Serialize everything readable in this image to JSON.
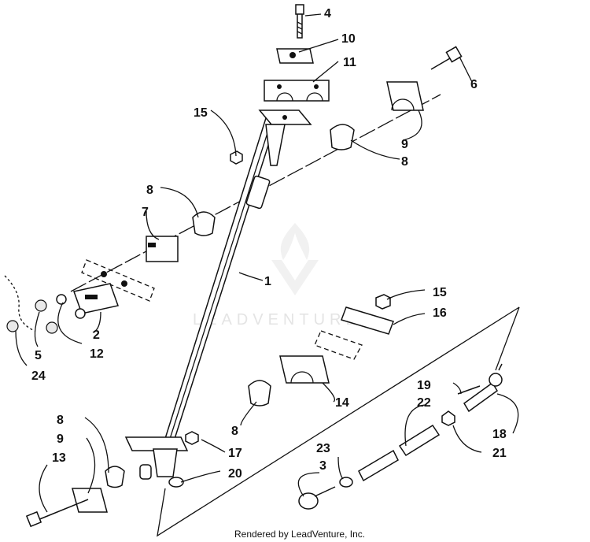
{
  "diagram": {
    "footer": "Rendered by LeadVenture, Inc.",
    "watermark": "LEADVENTURE",
    "labels": {
      "l4": "4",
      "l10": "10",
      "l11": "11",
      "l6": "6",
      "l15a": "15",
      "l9a": "9",
      "l8a": "8",
      "l8b": "8",
      "l7": "7",
      "l1": "1",
      "l15b": "15",
      "l16": "16",
      "l2": "2",
      "l12": "12",
      "l5": "5",
      "l24": "24",
      "l14": "14",
      "l19": "19",
      "l22": "22",
      "l8c": "8",
      "l18": "18",
      "l21": "21",
      "l8d": "8",
      "l9b": "9",
      "l13": "13",
      "l17": "17",
      "l23": "23",
      "l3": "3",
      "l20": "20"
    }
  }
}
